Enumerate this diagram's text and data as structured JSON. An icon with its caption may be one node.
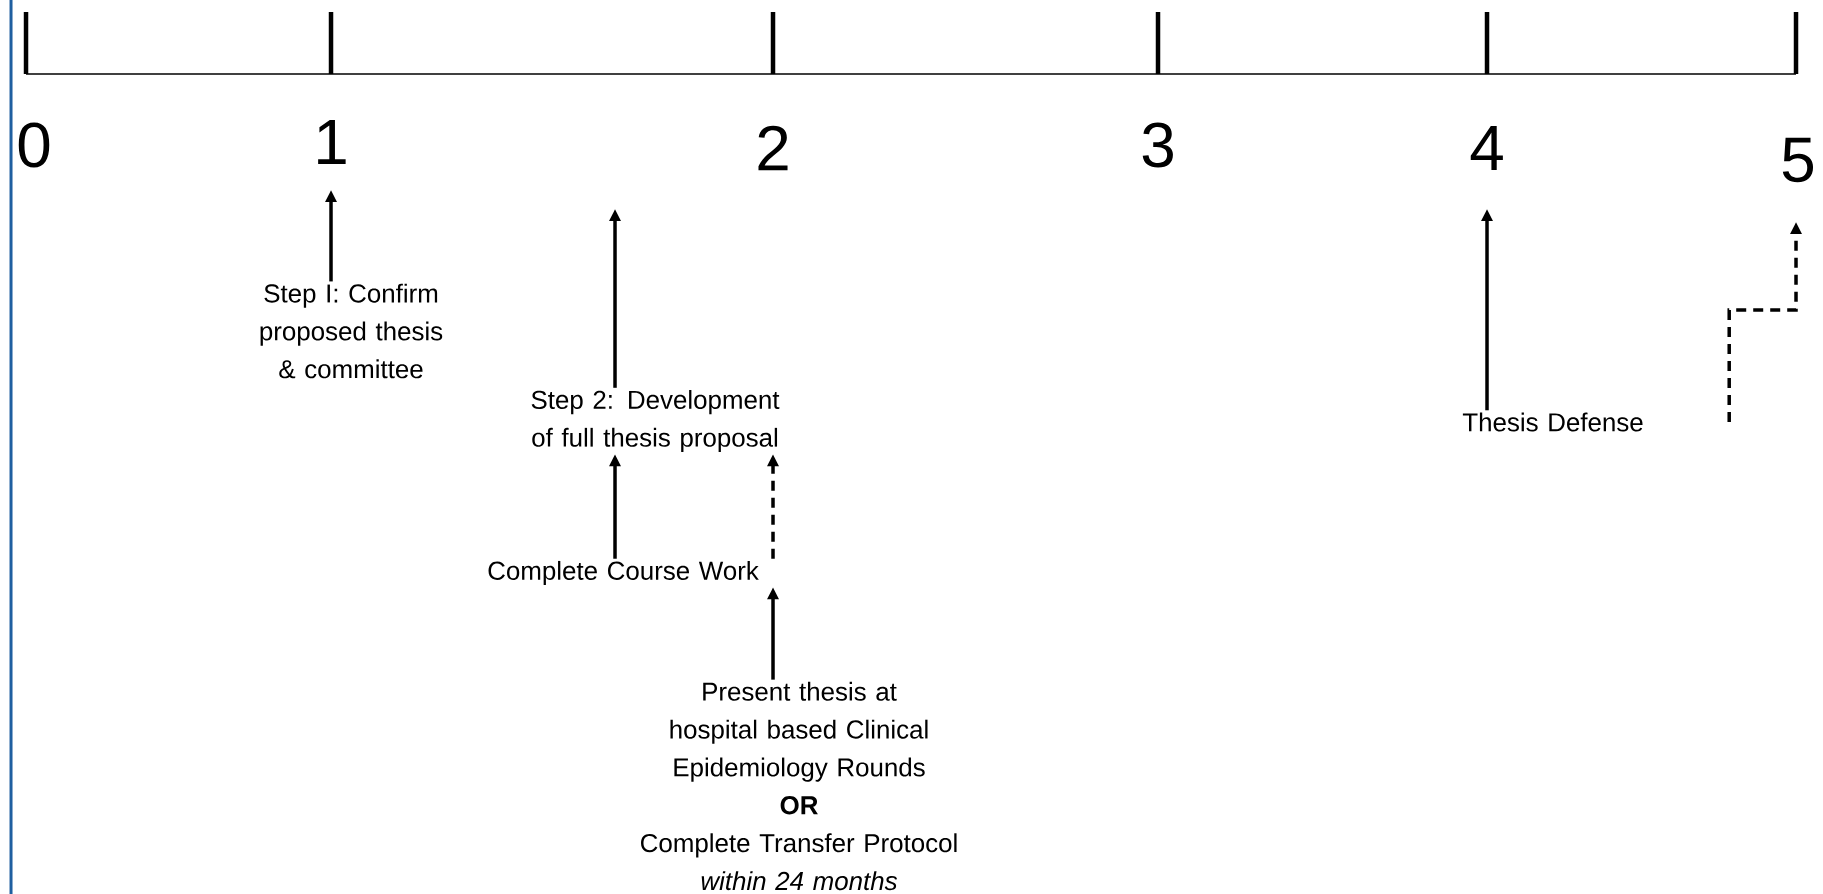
{
  "diagram": {
    "nodes": [
      {
        "text": [
          "Step I: Confirm proposed thesis & committee"
        ]
      },
      {
        "text": [
          "Step 2: Development of full thesis proposal"
        ]
      },
      {
        "text": [
          "Complete Course Work"
        ]
      },
      {
        "text": [
          "Present thesis at hospital based Clinical Epidemiology Rounds",
          "OR",
          "Complete Transfer Protocol",
          "within 24 months"
        ]
      },
      {
        "text": [
          "Thesis Defense"
        ]
      }
    ],
    "edges": [
      {
        "from": 0,
        "to": null,
        "arrow": "to"
      },
      {
        "from": 1,
        "to": null,
        "arrow": "to"
      },
      {
        "from": 2,
        "to": 1,
        "arrow": "to"
      },
      {
        "from": 2,
        "to": 1,
        "arrow": "to",
        "style": "dashed"
      },
      {
        "from": 3,
        "to": 2,
        "arrow": "to"
      },
      {
        "from": 4,
        "to": null,
        "arrow": "to"
      },
      {
        "from": 4,
        "to": null,
        "arrow": "to",
        "style": "dashed"
      }
    ],
    "labels": [
      "0",
      "1",
      "2",
      "3",
      "4",
      "5"
    ]
  }
}
